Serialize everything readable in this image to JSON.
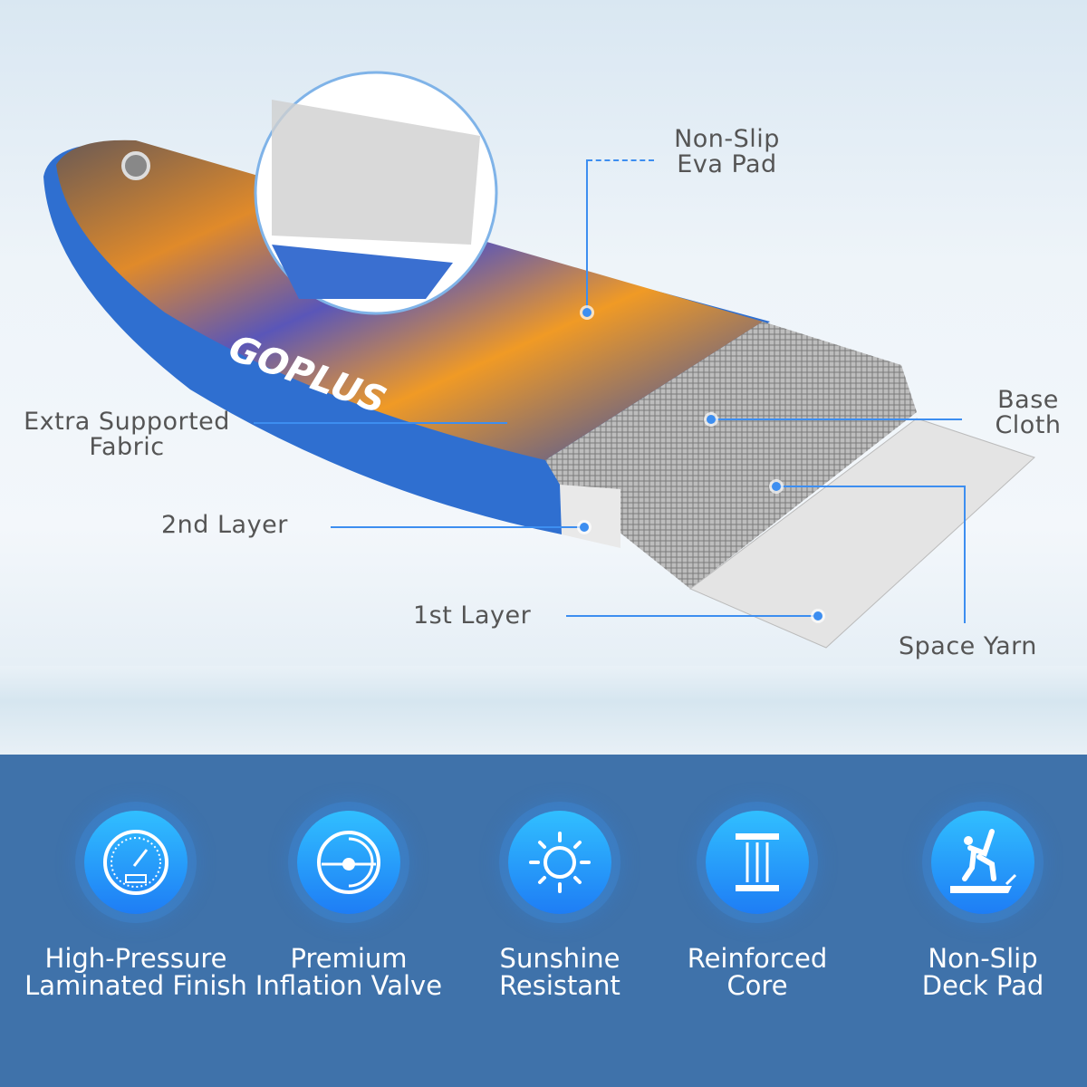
{
  "brand": {
    "logo_text": "GOPLUS"
  },
  "callouts": {
    "eva_pad": [
      "Non-Slip",
      "Eva Pad"
    ],
    "base_cloth": [
      "Base",
      "Cloth"
    ],
    "fabric": [
      "Extra Supported",
      "Fabric"
    ],
    "second_layer": "2nd Layer",
    "first_layer": "1st Layer",
    "space_yarn": "Space Yarn"
  },
  "features": [
    {
      "icon": "pressure-gauge-icon",
      "lines": [
        "High-Pressure",
        "Laminated Finish"
      ]
    },
    {
      "icon": "valve-icon",
      "lines": [
        "Premium",
        "Inflation Valve"
      ]
    },
    {
      "icon": "sun-icon",
      "lines": [
        "Sunshine",
        "Resistant"
      ]
    },
    {
      "icon": "pillar-icon",
      "lines": [
        "Reinforced",
        "Core"
      ]
    },
    {
      "icon": "surfer-icon",
      "lines": [
        "Non-Slip",
        "Deck Pad"
      ]
    }
  ],
  "colors": {
    "accent": "#3d8ef0",
    "band": "#3f72aa",
    "board_rim": "#2f6fd0"
  }
}
